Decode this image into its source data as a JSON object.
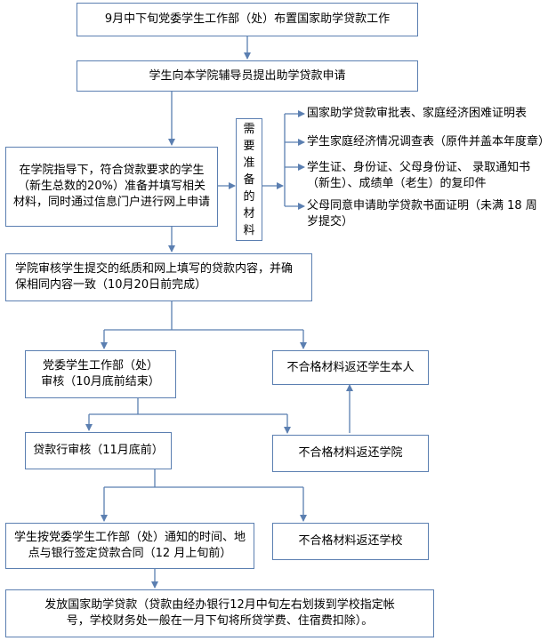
{
  "flow": {
    "b1": "9月中下旬党委学生工作部（处）布置国家助学贷款工作",
    "b2": "学生向本学院辅导员提出助学贷款申请",
    "b3": "在学院指导下，符合贷款要求的学生\n（新生总数的20%）准备并填写相关\n材料，同时通过信息门户进行网上申请",
    "side_label": "需要准备的材料",
    "b4": "学院审核学生提交的纸质和网上填写的贷款内容，并确\n保相同内容一致（10月20日前完成）",
    "b5": "党委学生工作部（处）\n审核（10月底前结束）",
    "b6": "不合格材料返还学生本人",
    "b7": "贷款行审核（11月底前）",
    "b8": "不合格材料返还学院",
    "b9": "学生按党委学生工作部（处）通知的时间、地\n点与银行签定贷款合同（12 月上旬前）",
    "b10": "不合格材料返还学校",
    "b11": "发放国家助学贷款（贷款由经办银行12月中旬左右划拨到学校指定帐\n号，学校财务处一般在一月下旬将所贷学费、住宿费扣除）。"
  },
  "materials": [
    "国家助学贷款审批表、家庭经济困难证明表",
    "学生家庭经济情况调查表（原件并盖本年度章）",
    "学生证、身份证、父母身份证、 录取通知书\n（新生）、成绩单（老生）的复印件",
    "父母同意申请助学贷款书面证明（未满 18 周\n岁提交）"
  ],
  "colors": {
    "line": "#5b7fb1",
    "border": "#5b7fb1"
  }
}
